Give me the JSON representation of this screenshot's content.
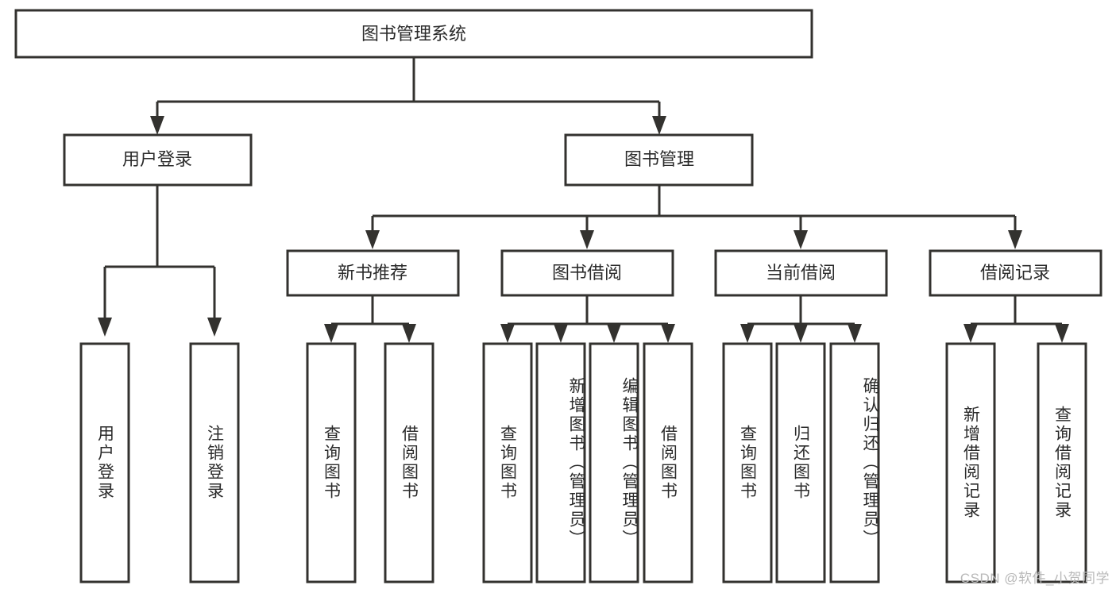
{
  "diagram": {
    "type": "tree-hierarchy",
    "title": "图书管理系统",
    "watermark": "CSDN @软件_小贺同学",
    "colors": {
      "stroke": "#33322f",
      "fill": "#ffffff",
      "text": "#2b2b2b",
      "background": "#ffffff",
      "watermark": "#b9b9b9"
    },
    "nodes": {
      "root": {
        "label": "图书管理系统",
        "orientation": "horizontal"
      },
      "level2": [
        {
          "id": "user-login",
          "label": "用户登录",
          "orientation": "horizontal"
        },
        {
          "id": "book-management",
          "label": "图书管理",
          "orientation": "horizontal"
        }
      ],
      "level3": [
        {
          "id": "new-book-recommend",
          "label": "新书推荐",
          "orientation": "horizontal"
        },
        {
          "id": "book-borrow",
          "label": "图书借阅",
          "orientation": "horizontal"
        },
        {
          "id": "current-borrow",
          "label": "当前借阅",
          "orientation": "horizontal"
        },
        {
          "id": "borrow-record",
          "label": "借阅记录",
          "orientation": "horizontal"
        }
      ],
      "leaves": {
        "user-login": [
          {
            "id": "leaf-user-login",
            "label": "用户登录",
            "orientation": "vertical"
          },
          {
            "id": "leaf-logout-login",
            "label": "注销登录",
            "orientation": "vertical"
          }
        ],
        "new-book-recommend": [
          {
            "id": "leaf-query-book-1",
            "label": "查询图书",
            "orientation": "vertical"
          },
          {
            "id": "leaf-borrow-book-1",
            "label": "借阅图书",
            "orientation": "vertical"
          }
        ],
        "book-borrow": [
          {
            "id": "leaf-query-book-2",
            "label": "查询图书",
            "orientation": "vertical"
          },
          {
            "id": "leaf-add-book-admin",
            "label": "新增图书（管理员）",
            "orientation": "vertical"
          },
          {
            "id": "leaf-edit-book-admin",
            "label": "编辑图书（管理员）",
            "orientation": "vertical"
          },
          {
            "id": "leaf-borrow-book-2",
            "label": "借阅图书",
            "orientation": "vertical"
          }
        ],
        "current-borrow": [
          {
            "id": "leaf-query-book-3",
            "label": "查询图书",
            "orientation": "vertical"
          },
          {
            "id": "leaf-return-book",
            "label": "归还图书",
            "orientation": "vertical"
          },
          {
            "id": "leaf-confirm-return-admin",
            "label": "确认归还（管理员）",
            "orientation": "vertical"
          }
        ],
        "borrow-record": [
          {
            "id": "leaf-add-borrow-record",
            "label": "新增借阅记录",
            "orientation": "vertical"
          },
          {
            "id": "leaf-query-borrow-record",
            "label": "查询借阅记录",
            "orientation": "vertical"
          }
        ]
      }
    }
  }
}
